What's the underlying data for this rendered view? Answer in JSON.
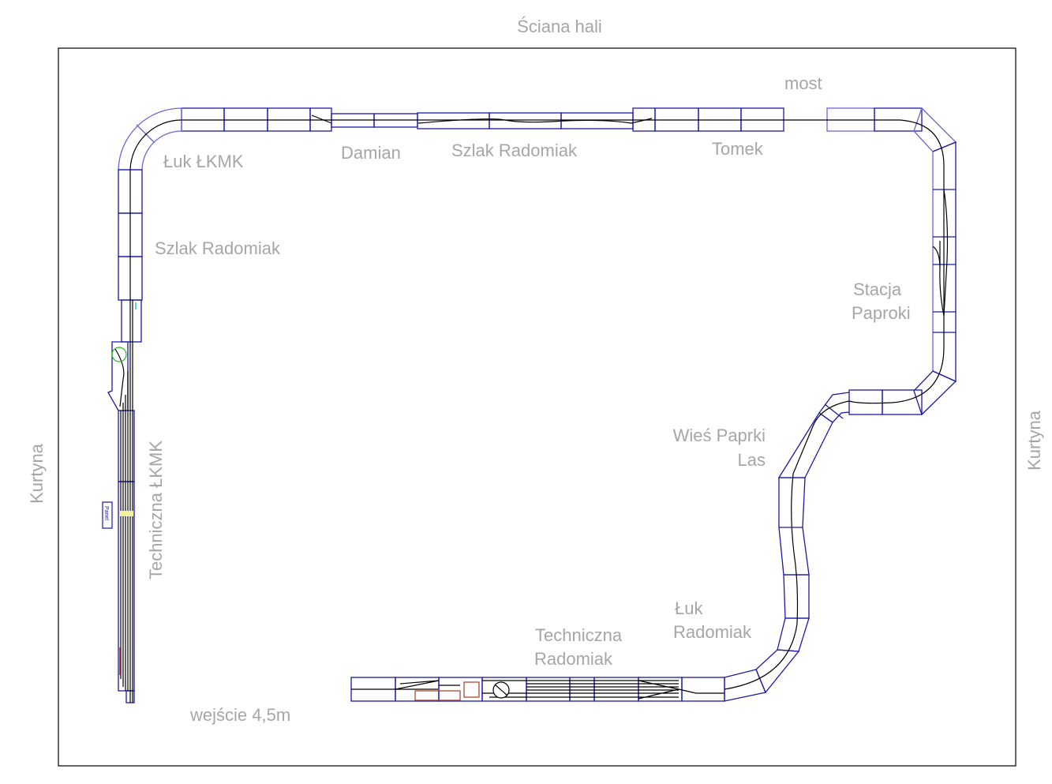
{
  "labels": {
    "wall": "Ściana hali",
    "curtain_left": "Kurtyna",
    "curtain_right": "Kurtyna",
    "bridge": "most",
    "curve_lkmk": "Łuk ŁKMK",
    "damian": "Damian",
    "szlak_top": "Szlak Radomiak",
    "tomek": "Tomek",
    "szlak_left": "Szlak Radomiak",
    "station_line1": "Stacja",
    "station_line2": "Paproki",
    "village_line1": "Wieś Paprki",
    "village_line2": "Las",
    "tech_lkmk": "Techniczna ŁKMK",
    "curve_radomiak_line1": "Łuk",
    "curve_radomiak_line2": "Radomiak",
    "tech_radomiak_line1": "Techniczna",
    "tech_radomiak_line2": "Radomiak",
    "entrance": "wejście 4,5m",
    "panel": "Panel"
  },
  "colors": {
    "module": "#1a1aa8",
    "label": "#a6a6a6",
    "track": "#000000"
  }
}
